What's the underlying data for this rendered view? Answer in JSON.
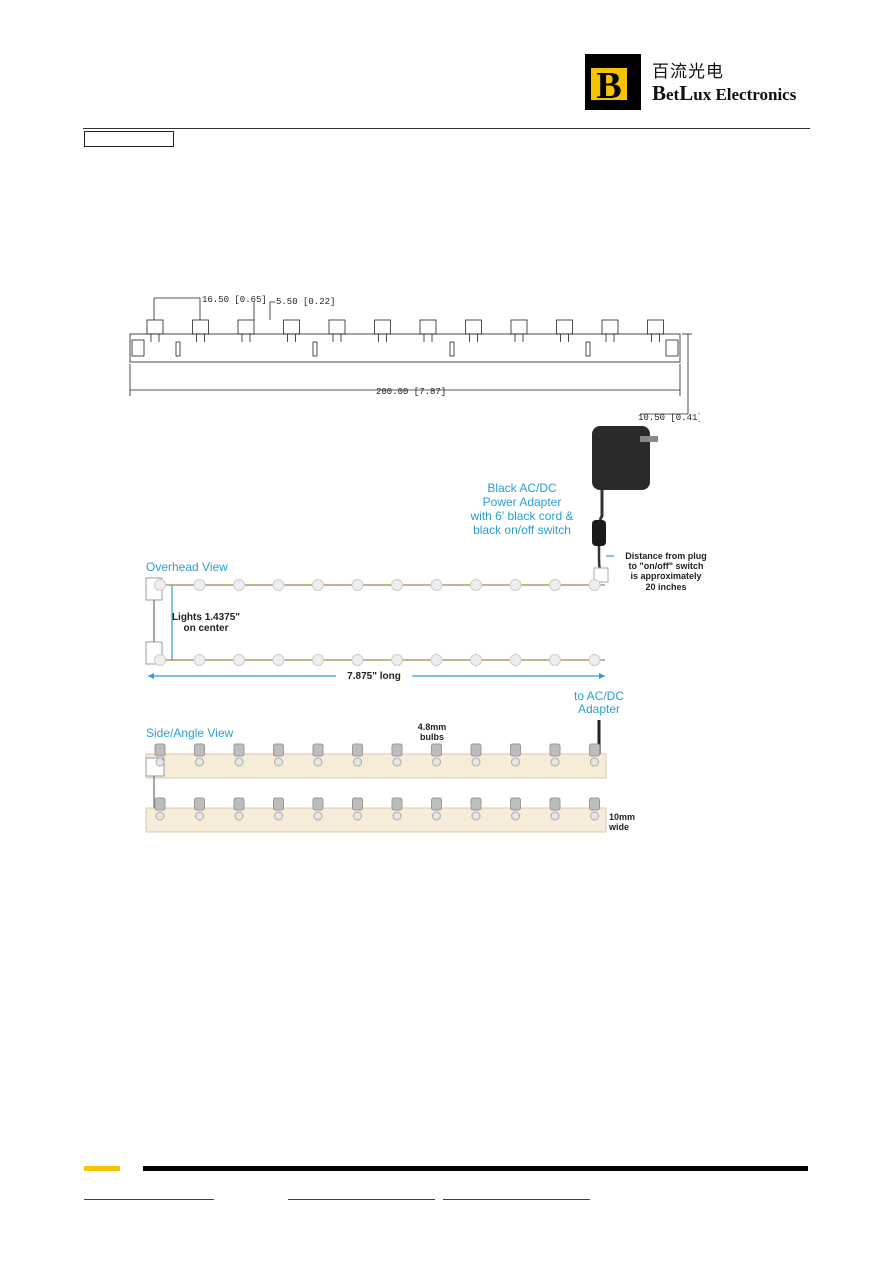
{
  "header": {
    "logo_letter": "B",
    "company_cn": "百流光电",
    "company_en_cap1": "B",
    "company_en_rest1": "et",
    "company_en_cap2": "L",
    "company_en_rest2": "ux Electronics",
    "colors": {
      "logo_yellow": "#f5c400",
      "logo_black": "#000000"
    }
  },
  "drawing": {
    "dim_pitch": "16.50 [0.65]",
    "dim_bulb": "5.50 [0.22]",
    "dim_length": "200.00 [7.87]",
    "dim_height": "10.50 [0.41]"
  },
  "illustration": {
    "adapter_line1": "Black AC/DC",
    "adapter_line2": "Power Adapter",
    "adapter_line3": "with 6' black cord &",
    "adapter_line4": "black on/off switch",
    "plug_line1": "Distance from plug",
    "plug_line2": "to \"on/off\" switch",
    "plug_line3": "is approximately",
    "plug_line4": "20 inches",
    "overhead_title": "Overhead View",
    "lights_line1": "Lights 1.4375\"",
    "lights_line2": "on center",
    "length_label": "7.875\" long",
    "to_adapter_line1": "to AC/DC",
    "to_adapter_line2": "Adapter",
    "side_title": "Side/Angle View",
    "bulbs_line1": "4.8mm",
    "bulbs_line2": "bulbs",
    "wide_line1": "10mm",
    "wide_line2": "wide",
    "colors": {
      "label_blue": "#2a9fd0",
      "strip": "#f6ecd9"
    }
  }
}
